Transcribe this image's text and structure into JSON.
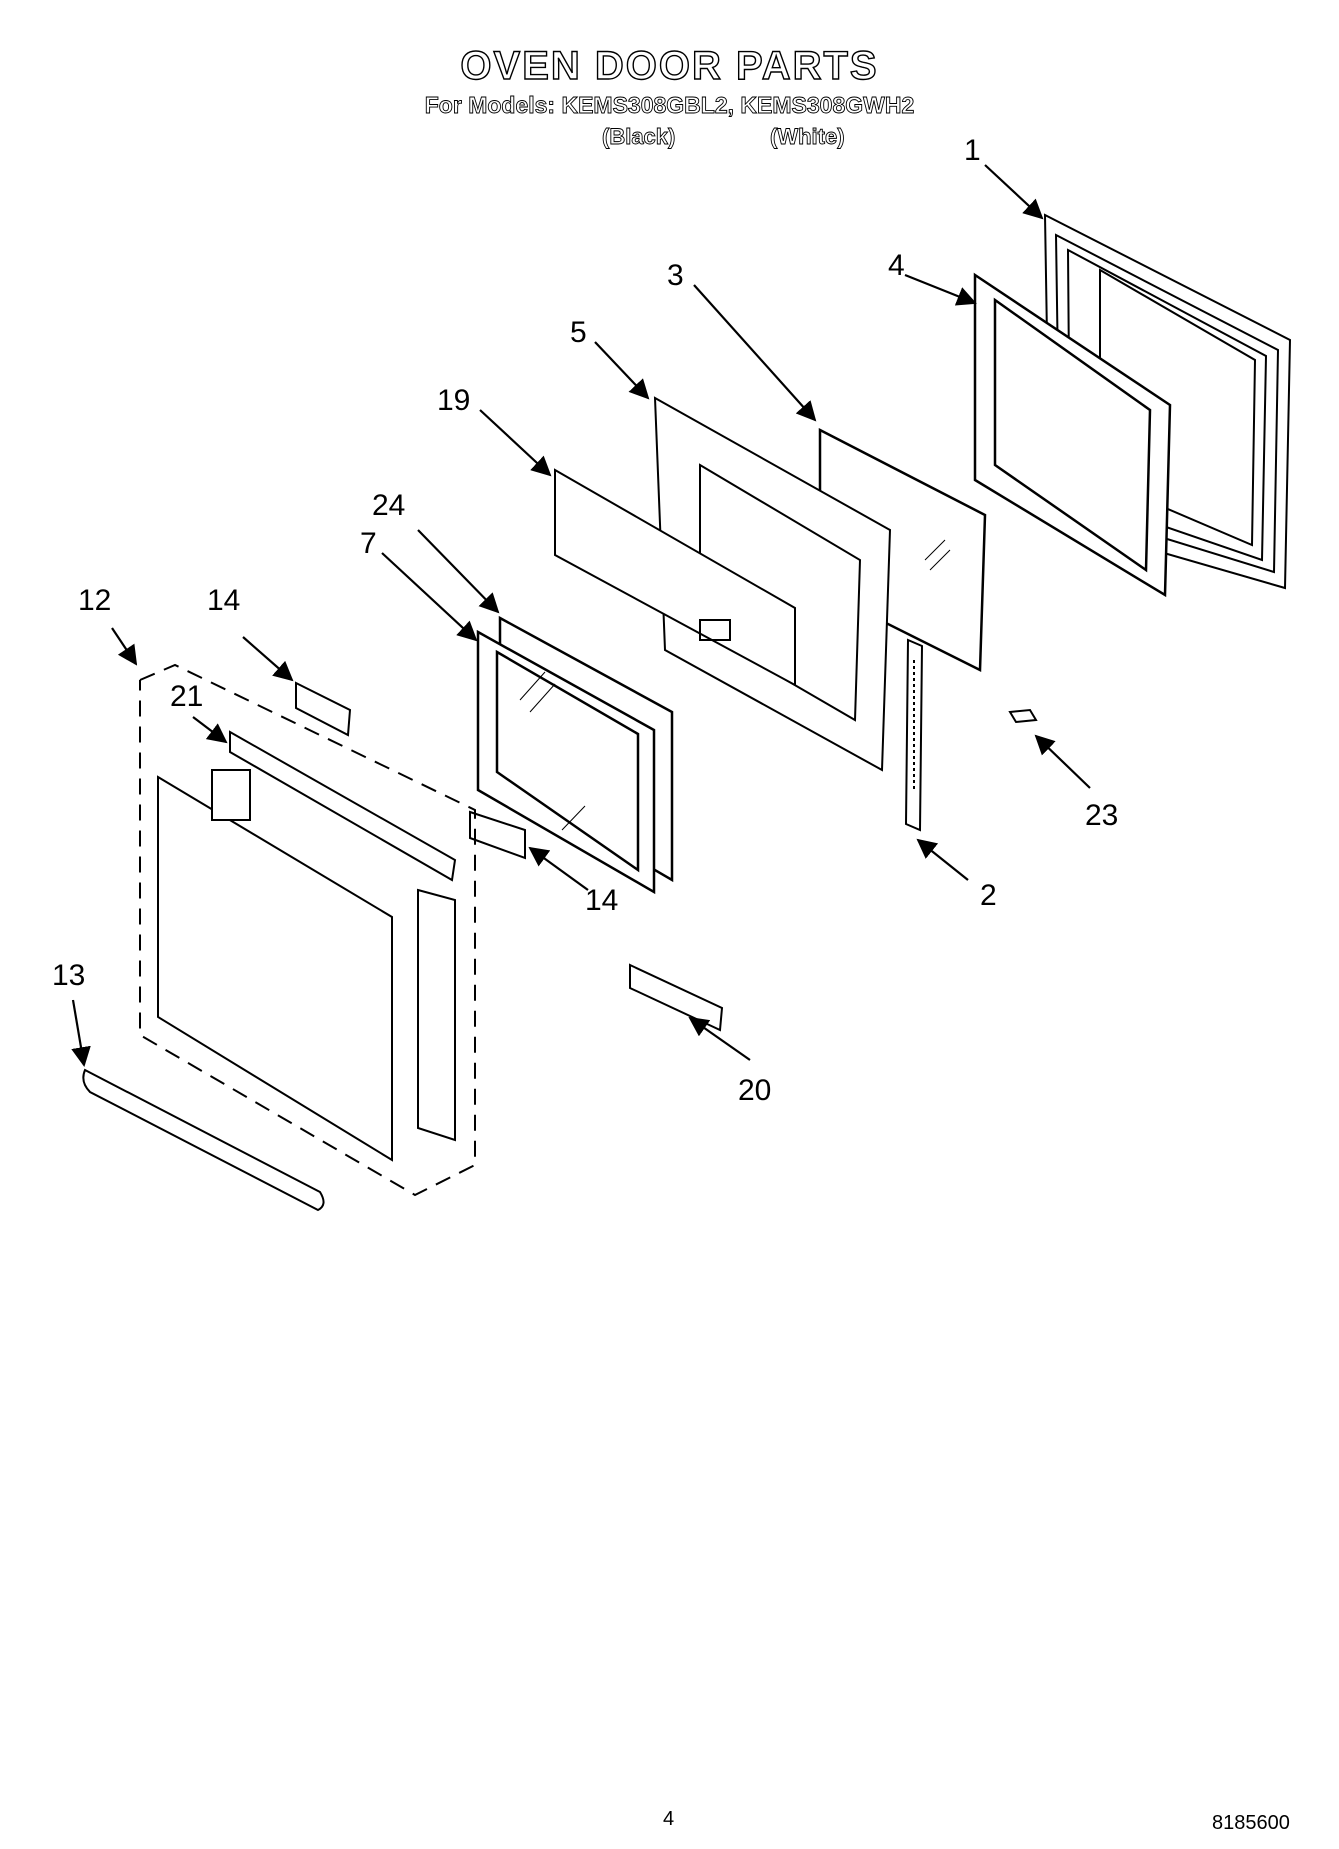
{
  "header": {
    "title": "OVEN DOOR PARTS",
    "models_line": "For Models: KEMS308GBL2, KEMS308GWH2",
    "variant_black": "(Black)",
    "variant_white": "(White)"
  },
  "callouts": [
    "1",
    "2",
    "3",
    "4",
    "5",
    "7",
    "12",
    "13",
    "14",
    "14",
    "19",
    "20",
    "21",
    "23",
    "24"
  ],
  "footer": {
    "page_number": "4",
    "doc_number": "8185600"
  }
}
